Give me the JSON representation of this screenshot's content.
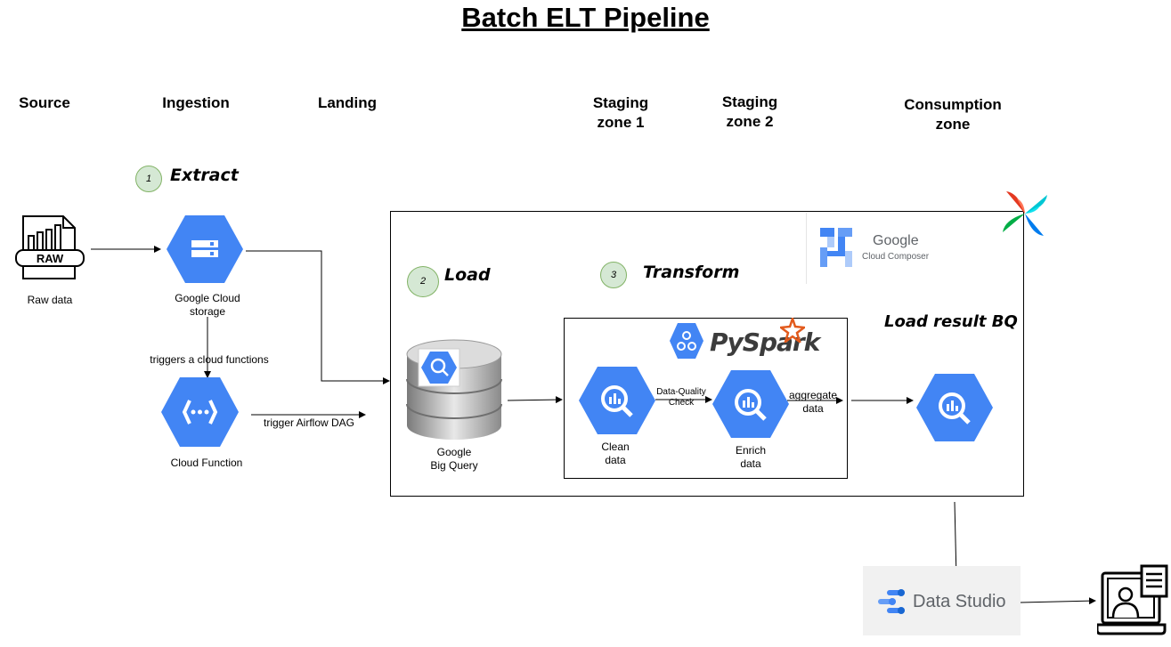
{
  "title": "Batch ELT Pipeline",
  "zones": {
    "source": "Source",
    "ingestion": "Ingestion",
    "landing": "Landing",
    "staging1_line1": "Staging",
    "staging1_line2": "zone 1",
    "staging2_line1": "Staging",
    "staging2_line2": "zone 2",
    "consumption_line1": "Consumption",
    "consumption_line2": "zone"
  },
  "steps": {
    "extract": {
      "num": "1",
      "label": "Extract"
    },
    "load": {
      "num": "2",
      "label": "Load"
    },
    "transform": {
      "num": "3",
      "label": "Transform"
    },
    "load_result": "Load result BQ"
  },
  "nodes": {
    "raw_icon_text": "RAW",
    "raw": "Raw data",
    "gcs_line1": "Google Cloud",
    "gcs_line2": "storage",
    "cloud_function": "Cloud Function",
    "bq_line1": "Google",
    "bq_line2": "Big Query",
    "clean_line1": "Clean",
    "clean_line2": "data",
    "enrich_line1": "Enrich",
    "enrich_line2": "data",
    "composer_brand": "Google",
    "composer_product": "Cloud Composer",
    "pyspark": "PySpark",
    "data_studio": "Data Studio"
  },
  "edges": {
    "triggers": "triggers a cloud functions",
    "trigger_dag": "trigger Airflow DAG",
    "dq_line1": "Data-Quality",
    "dq_line2": "Check",
    "agg_line1": "aggregate",
    "agg_line2": "data"
  },
  "colors": {
    "gcp_blue": "#4285f4",
    "step_circle_fill": "#d5e8d4",
    "step_circle_stroke": "#82b366",
    "pyspark_orange": "#e25a1c"
  },
  "icons": [
    "raw-file-icon",
    "gcs-icon",
    "cloud-function-icon",
    "bigquery-db-icon",
    "bigquery-icon",
    "airflow-icon",
    "cloud-composer-icon",
    "pyspark-icon",
    "data-studio-icon",
    "dashboard-user-icon"
  ]
}
